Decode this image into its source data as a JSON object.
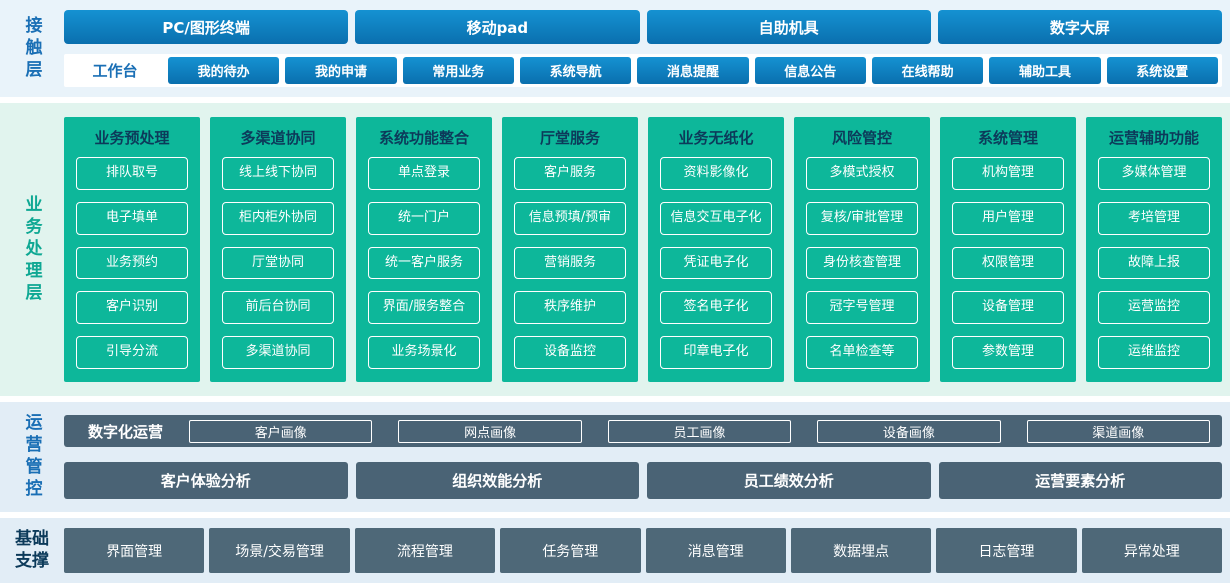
{
  "colors": {
    "blue": "#0a6fae",
    "blue-light": "#1592d2",
    "blue-dark": "#1a6fb5",
    "teal": "#0db79a",
    "teal-dark": "#0ea893",
    "title-dark": "#0c3a5a",
    "slate": "#4a6375",
    "slate2": "#4e6878",
    "band-blue": "#e9f3fa",
    "band-mint": "#e1f4ee",
    "band-ltblue": "#e2edf6"
  },
  "layers": {
    "contact": {
      "label": "接触层",
      "terminals": [
        "PC/图形终端",
        "移动pad",
        "自助机具",
        "数字大屏"
      ],
      "workbench_label": "工作台",
      "workbench_items": [
        "我的待办",
        "我的申请",
        "常用业务",
        "系统导航",
        "消息提醒",
        "信息公告",
        "在线帮助",
        "辅助工具",
        "系统设置"
      ]
    },
    "business": {
      "label": "业务处理层",
      "columns": [
        {
          "title": "业务预处理",
          "items": [
            "排队取号",
            "电子填单",
            "业务预约",
            "客户识别",
            "引导分流"
          ]
        },
        {
          "title": "多渠道协同",
          "items": [
            "线上线下协同",
            "柜内柜外协同",
            "厅堂协同",
            "前后台协同",
            "多渠道协同"
          ]
        },
        {
          "title": "系统功能整合",
          "items": [
            "单点登录",
            "统一门户",
            "统一客户服务",
            "界面/服务整合",
            "业务场景化"
          ]
        },
        {
          "title": "厅堂服务",
          "items": [
            "客户服务",
            "信息预填/预审",
            "营销服务",
            "秩序维护",
            "设备监控"
          ]
        },
        {
          "title": "业务无纸化",
          "items": [
            "资料影像化",
            "信息交互电子化",
            "凭证电子化",
            "签名电子化",
            "印章电子化"
          ]
        },
        {
          "title": "风险管控",
          "items": [
            "多模式授权",
            "复核/审批管理",
            "身份核查管理",
            "冠字号管理",
            "名单检查等"
          ]
        },
        {
          "title": "系统管理",
          "items": [
            "机构管理",
            "用户管理",
            "权限管理",
            "设备管理",
            "参数管理"
          ]
        },
        {
          "title": "运营辅助功能",
          "items": [
            "多媒体管理",
            "考培管理",
            "故障上报",
            "运营监控",
            "运维监控"
          ]
        }
      ]
    },
    "operations": {
      "label": "运营管控",
      "digital_label": "数字化运营",
      "profiles": [
        "客户画像",
        "网点画像",
        "员工画像",
        "设备画像",
        "渠道画像"
      ],
      "analyses": [
        "客户体验分析",
        "组织效能分析",
        "员工绩效分析",
        "运营要素分析"
      ]
    },
    "foundation": {
      "label": "基础支撑",
      "items": [
        "界面管理",
        "场景/交易管理",
        "流程管理",
        "任务管理",
        "消息管理",
        "数据埋点",
        "日志管理",
        "异常处理"
      ]
    }
  }
}
